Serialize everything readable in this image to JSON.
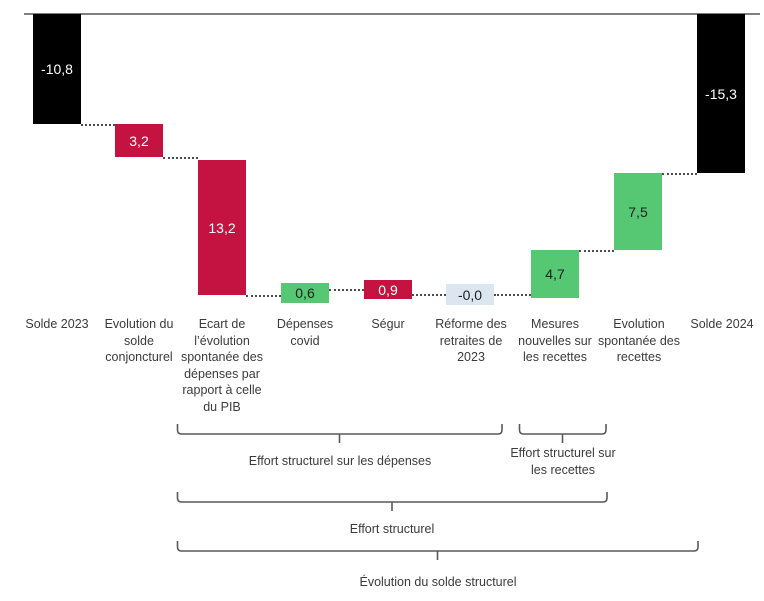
{
  "chart_data": {
    "type": "bar",
    "chart_style": "waterfall",
    "title": "",
    "xlabel": "",
    "ylabel": "",
    "categories": [
      "Solde 2023",
      "Evolution du solde conjoncturel",
      "Ecart de l’évolution spontanée des dépenses par rapport à celle du PIB",
      "Dépenses covid",
      "Ségur",
      "Réforme des retraites de 2023",
      "Mesures nouvelles sur les recettes",
      "Evolution spontanée des recettes",
      "Solde 2024"
    ],
    "values": [
      -10.8,
      3.2,
      13.2,
      0.6,
      0.9,
      0.0,
      4.7,
      7.5,
      -15.3
    ],
    "value_labels": [
      "-10,8",
      "3,2",
      "13,2",
      "0,6",
      "0,9",
      "-0,0",
      "4,7",
      "7,5",
      "-15,3"
    ],
    "bar_kinds": [
      "total",
      "increase",
      "increase",
      "decrease",
      "increase",
      "neutral",
      "decrease",
      "decrease",
      "total"
    ],
    "cumulative": [
      -10.8,
      -14.0,
      -27.2,
      -26.6,
      -27.5,
      -27.5,
      -22.8,
      -15.3,
      -15.3
    ],
    "grid": false,
    "legend": "none",
    "ylim": [
      -27.5,
      0
    ]
  },
  "colors": {
    "total": "#000000",
    "increase": "#C41340",
    "decrease": "#56C873",
    "neutral_label_bg": "#DCE6F1",
    "connector": "#4d4d4d",
    "axis": "#7f7f7f",
    "text": "#3b3b3b"
  },
  "bars": [
    {
      "label": "-10,8",
      "category": "Solde 2023"
    },
    {
      "label": "3,2",
      "category": "Evolution du solde conjoncturel"
    },
    {
      "label": "13,2",
      "category": "Ecart de l’évolution spontanée des dépenses par rapport à celle du PIB"
    },
    {
      "label": "0,6",
      "category": "Dépenses covid"
    },
    {
      "label": "0,9",
      "category": "Ségur"
    },
    {
      "label": "-0,0",
      "category": "Réforme des retraites de 2023"
    },
    {
      "label": "4,7",
      "category": "Mesures nouvelles sur les recettes"
    },
    {
      "label": "7,5",
      "category": "Evolution spontanée des recettes"
    },
    {
      "label": "-15,3",
      "category": "Solde 2024"
    }
  ],
  "categories_display": [
    "Solde 2023",
    "Evolution du solde conjoncturel",
    "Ecart de l’évolution spontanée des dépenses par rapport à celle du PIB",
    "Dépenses covid",
    "Ségur",
    "Réforme des retraites de 2023",
    "Mesures nouvelles sur les recettes",
    "Evolution spontanée des recettes",
    "Solde 2024"
  ],
  "brackets": [
    {
      "label": "Effort structurel sur les dépenses"
    },
    {
      "label": "Effort structurel sur les recettes"
    },
    {
      "label": "Effort structurel"
    },
    {
      "label": "Évolution du solde structurel"
    }
  ]
}
